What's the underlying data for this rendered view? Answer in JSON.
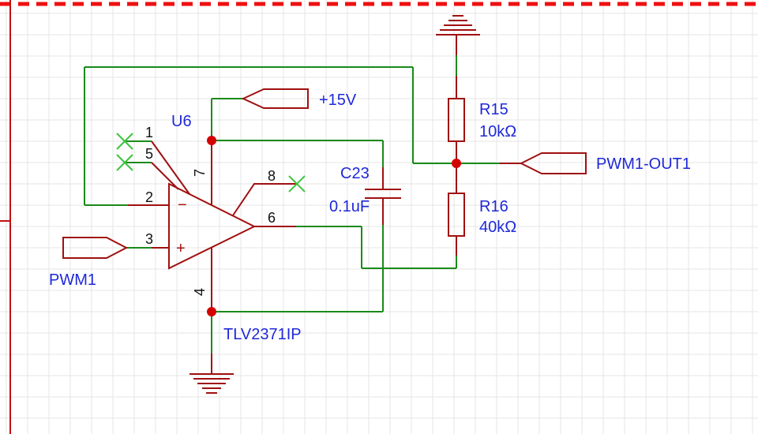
{
  "colors": {
    "wire": "#1a8a1a",
    "component": "#a01010",
    "text": "#1f28d9",
    "pin_text": "#111111",
    "junction": "#d40000",
    "noconnect": "#3ec43e",
    "grid": "#e6e6e6",
    "sheet_border": "#ee1111"
  },
  "opamp": {
    "refdes": "U6",
    "part": "TLV2371IP",
    "inv_symbol": "−",
    "noninv_symbol": "+",
    "pins": {
      "p1": "1",
      "p5": "5",
      "p2": "2",
      "p3": "3",
      "p7": "7",
      "p4": "4",
      "p8": "8",
      "p6": "6"
    }
  },
  "cap": {
    "refdes": "C23",
    "value": "0.1uF"
  },
  "r15": {
    "refdes": "R15",
    "value": "10kΩ"
  },
  "r16": {
    "refdes": "R16",
    "value": "40kΩ"
  },
  "nets": {
    "vplus": "+15V",
    "input": "PWM1",
    "output": "PWM1-OUT1"
  }
}
